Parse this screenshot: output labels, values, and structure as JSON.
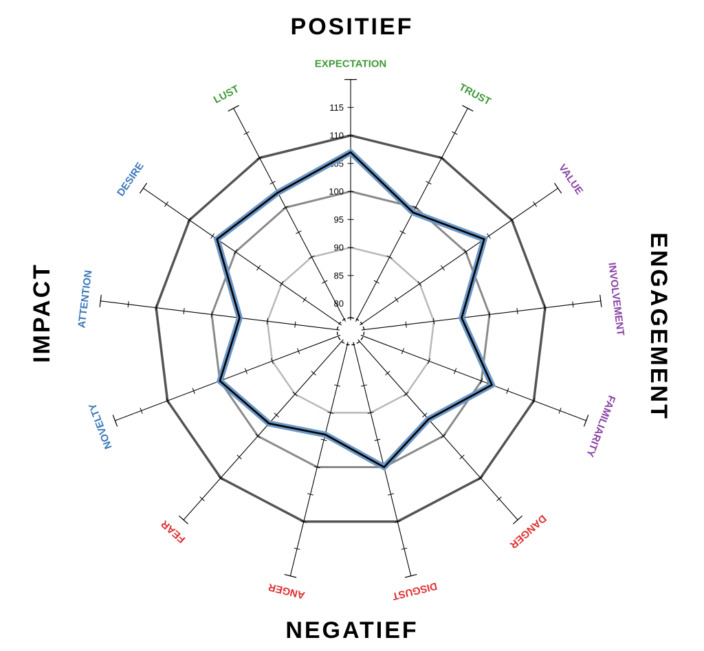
{
  "colors": {
    "positive": "#3f9a3a",
    "engagement": "#8b45a5",
    "negative": "#df3030",
    "impact": "#3d78b8",
    "series_glow": "#6d98c6",
    "series_line": "#000000"
  },
  "quadrants": {
    "top": "POSITIEF",
    "right": "ENGAGEMENT",
    "bottom": "NEGATIEF",
    "left": "IMPACT"
  },
  "chart_data": {
    "type": "radar",
    "rlim": [
      77,
      120
    ],
    "ticks": [
      80,
      85,
      90,
      95,
      100,
      105,
      110,
      115
    ],
    "ring_levels": [
      90,
      100,
      110
    ],
    "axes": [
      {
        "label": "EXPECTATION",
        "group": "positive"
      },
      {
        "label": "TRUST",
        "group": "positive"
      },
      {
        "label": "VALUE",
        "group": "engagement"
      },
      {
        "label": "INVOLVEMENT",
        "group": "engagement"
      },
      {
        "label": "FAMILIARITY",
        "group": "engagement"
      },
      {
        "label": "DANGER",
        "group": "negative"
      },
      {
        "label": "DISGUST",
        "group": "negative"
      },
      {
        "label": "ANGER",
        "group": "negative"
      },
      {
        "label": "FEAR",
        "group": "negative"
      },
      {
        "label": "NOVELTY",
        "group": "impact"
      },
      {
        "label": "ATTENTION",
        "group": "impact"
      },
      {
        "label": "DESIRE",
        "group": "impact"
      },
      {
        "label": "LUST",
        "group": "positive"
      }
    ],
    "values": [
      107,
      99,
      104,
      95,
      102,
      96,
      100,
      94,
      97,
      100,
      95,
      104,
      103
    ]
  }
}
